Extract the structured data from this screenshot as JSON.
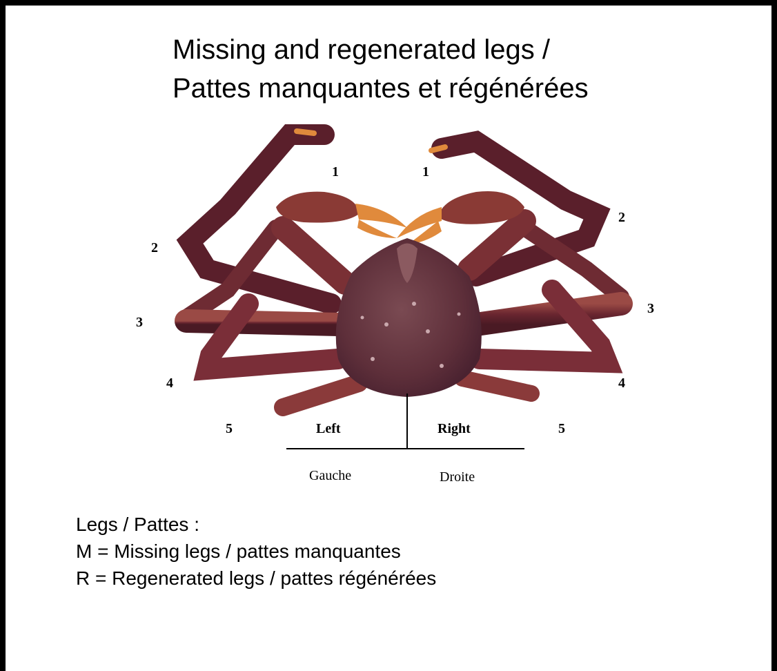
{
  "title": {
    "line1": "Missing and regenerated legs /",
    "line2": "Pattes manquantes et régénérées"
  },
  "leg_numbers": {
    "left": [
      "1",
      "2",
      "3",
      "4",
      "5"
    ],
    "right": [
      "1",
      "2",
      "3",
      "4",
      "5"
    ]
  },
  "sides": {
    "left_en": "Left",
    "right_en": "Right",
    "left_fr": "Gauche",
    "right_fr": "Droite"
  },
  "legend": {
    "heading": "Legs / Pattes :",
    "missing": "M = Missing legs / pattes manquantes",
    "regenerated": "R = Regenerated legs / pattes régénérées"
  },
  "colors": {
    "leg_dark": "#5a1f2b",
    "leg_mid": "#8a3a3a",
    "claw_orange": "#e08a3c",
    "carapace": "#6b3a45"
  }
}
